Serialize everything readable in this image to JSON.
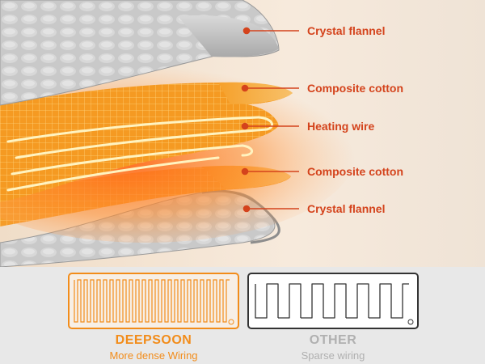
{
  "colors": {
    "accent_red": "#d4431c",
    "orange": "#f28c1a",
    "flannel_grey": "#c7c7c7",
    "panel_bg": "#e8e8e8"
  },
  "layers": [
    {
      "id": "crystal_flannel_top",
      "label": "Crystal flannel"
    },
    {
      "id": "composite_cotton_top",
      "label": "Composite cotton"
    },
    {
      "id": "heating_wire",
      "label": "Heating wire"
    },
    {
      "id": "composite_cotton_bottom",
      "label": "Composite cotton"
    },
    {
      "id": "crystal_flannel_bottom",
      "label": "Crystal flannel"
    }
  ],
  "comparison": {
    "left": {
      "brand": "DEEPSOON",
      "caption": "More dense Wiring"
    },
    "right": {
      "brand": "OTHER",
      "caption": "Sparse wiring"
    }
  }
}
